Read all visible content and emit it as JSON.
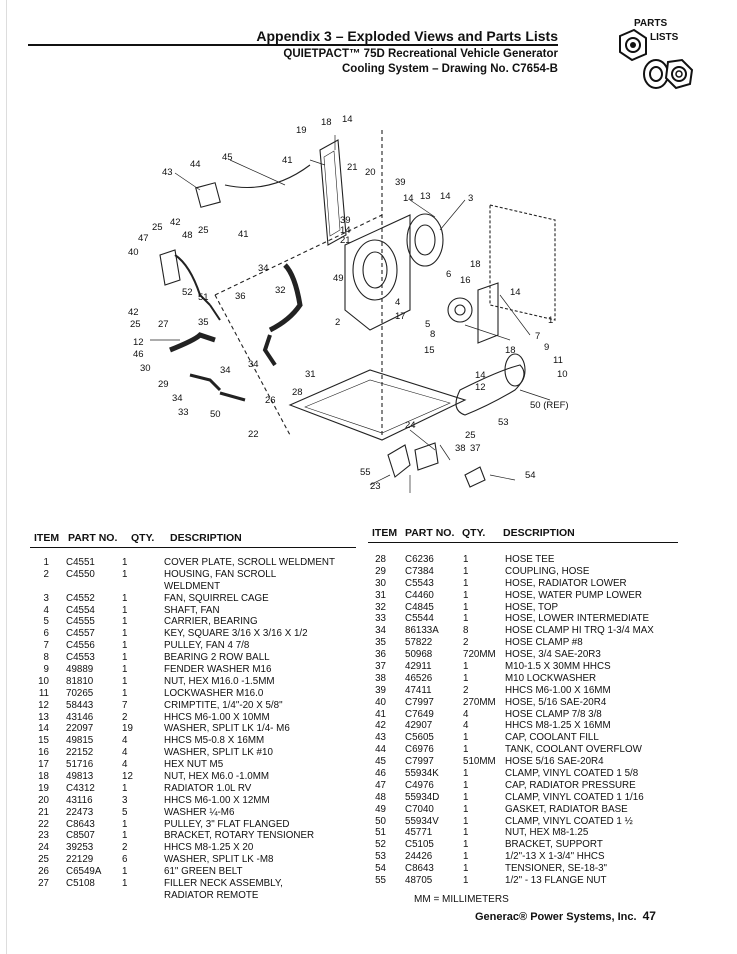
{
  "header": {
    "line1": "Appendix 3 – Exploded Views and Parts Lists",
    "line2": "QUIETPACT™ 75D Recreational Vehicle Generator",
    "line3": "Cooling System – Drawing No. C7654-B"
  },
  "logo": {
    "top": "PARTS",
    "bottom": "LISTS"
  },
  "diagram_callouts": [
    "18",
    "14",
    "19",
    "45",
    "44",
    "43",
    "41",
    "21",
    "20",
    "39",
    "14",
    "13",
    "14",
    "3",
    "25",
    "42",
    "47",
    "48",
    "25",
    "41",
    "39",
    "14",
    "21",
    "40",
    "34",
    "49",
    "52",
    "51",
    "36",
    "32",
    "18",
    "6",
    "16",
    "14",
    "42",
    "25",
    "27",
    "35",
    "2",
    "4",
    "17",
    "5",
    "8",
    "1",
    "12",
    "46",
    "30",
    "15",
    "18",
    "7",
    "9",
    "11",
    "10",
    "34",
    "34",
    "31",
    "14",
    "12",
    "29",
    "34",
    "33",
    "50",
    "26",
    "28",
    "50 (REF)",
    "22",
    "24",
    "53",
    "25",
    "37",
    "38",
    "55",
    "23",
    "54"
  ],
  "columns_left": {
    "item": "ITEM",
    "part": "PART NO.",
    "qty": "QTY.",
    "desc": "DESCRIPTION"
  },
  "columns_right": {
    "item": "ITEM",
    "part": "PART NO.",
    "qty": "QTY.",
    "desc": "DESCRIPTION"
  },
  "parts_left": [
    {
      "item": "1",
      "part": "C4551",
      "qty": "1",
      "desc": "COVER PLATE, SCROLL WELDMENT"
    },
    {
      "item": "2",
      "part": "C4550",
      "qty": "1",
      "desc": "HOUSING, FAN SCROLL"
    },
    {
      "item": "",
      "part": "",
      "qty": "",
      "desc": "WELDMENT"
    },
    {
      "item": "3",
      "part": "C4552",
      "qty": "1",
      "desc": "FAN, SQUIRREL CAGE"
    },
    {
      "item": "4",
      "part": "C4554",
      "qty": "1",
      "desc": "SHAFT, FAN"
    },
    {
      "item": "5",
      "part": "C4555",
      "qty": "1",
      "desc": "CARRIER, BEARING"
    },
    {
      "item": "6",
      "part": "C4557",
      "qty": "1",
      "desc": "KEY, SQUARE 3/16 X 3/16 X 1/2"
    },
    {
      "item": "7",
      "part": "C4556",
      "qty": "1",
      "desc": "PULLEY, FAN 4 7/8"
    },
    {
      "item": "8",
      "part": "C4553",
      "qty": "1",
      "desc": "BEARING 2 ROW BALL"
    },
    {
      "item": "9",
      "part": "49889",
      "qty": "1",
      "desc": "FENDER WASHER M16"
    },
    {
      "item": "10",
      "part": "81810",
      "qty": "1",
      "desc": "NUT, HEX M16.0 -1.5MM"
    },
    {
      "item": "11",
      "part": "70265",
      "qty": "1",
      "desc": "LOCKWASHER M16.0"
    },
    {
      "item": "12",
      "part": "58443",
      "qty": "7",
      "desc": "CRIMPTITE, 1/4\"-20 X 5/8\""
    },
    {
      "item": "13",
      "part": "43146",
      "qty": "2",
      "desc": "HHCS M6-1.00 X 10MM"
    },
    {
      "item": "14",
      "part": "22097",
      "qty": "19",
      "desc": "WASHER, SPLIT LK 1/4- M6"
    },
    {
      "item": "15",
      "part": "49815",
      "qty": "4",
      "desc": "HHCS M5-0.8 X 16MM"
    },
    {
      "item": "16",
      "part": "22152",
      "qty": "4",
      "desc": "WASHER, SPLIT LK #10"
    },
    {
      "item": "17",
      "part": "51716",
      "qty": "4",
      "desc": "HEX NUT M5"
    },
    {
      "item": "18",
      "part": "49813",
      "qty": "12",
      "desc": "NUT, HEX M6.0 -1.0MM"
    },
    {
      "item": "19",
      "part": "C4312",
      "qty": "1",
      "desc": "RADIATOR 1.0L RV"
    },
    {
      "item": "20",
      "part": "43116",
      "qty": "3",
      "desc": "HHCS M6-1.00 X 12MM"
    },
    {
      "item": "21",
      "part": "22473",
      "qty": "5",
      "desc": "WASHER ¼-M6"
    },
    {
      "item": "22",
      "part": "C8643",
      "qty": "1",
      "desc": "PULLEY, 3\" FLAT FLANGED"
    },
    {
      "item": "23",
      "part": "C8507",
      "qty": "1",
      "desc": "BRACKET, ROTARY TENSIONER"
    },
    {
      "item": "24",
      "part": "39253",
      "qty": "2",
      "desc": "HHCS M8-1.25 X 20"
    },
    {
      "item": "25",
      "part": "22129",
      "qty": "6",
      "desc": "WASHER, SPLIT LK -M8"
    },
    {
      "item": "26",
      "part": "C6549A",
      "qty": "1",
      "desc": "61\" GREEN BELT"
    },
    {
      "item": "27",
      "part": "C5108",
      "qty": "1",
      "desc": "FILLER NECK ASSEMBLY,"
    },
    {
      "item": "",
      "part": "",
      "qty": "",
      "desc": "RADIATOR REMOTE"
    }
  ],
  "parts_right": [
    {
      "item": "28",
      "part": "C6236",
      "qty": "1",
      "desc": "HOSE TEE"
    },
    {
      "item": "29",
      "part": "C7384",
      "qty": "1",
      "desc": "COUPLING, HOSE"
    },
    {
      "item": "30",
      "part": "C5543",
      "qty": "1",
      "desc": "HOSE, RADIATOR LOWER"
    },
    {
      "item": "31",
      "part": "C4460",
      "qty": "1",
      "desc": "HOSE, WATER PUMP LOWER"
    },
    {
      "item": "32",
      "part": "C4845",
      "qty": "1",
      "desc": "HOSE, TOP"
    },
    {
      "item": "33",
      "part": "C5544",
      "qty": "1",
      "desc": "HOSE, LOWER INTERMEDIATE"
    },
    {
      "item": "34",
      "part": "86133A",
      "qty": "8",
      "desc": "HOSE CLAMP HI TRQ 1-3/4 MAX"
    },
    {
      "item": "35",
      "part": "57822",
      "qty": "2",
      "desc": "HOSE CLAMP #8"
    },
    {
      "item": "36",
      "part": "50968",
      "qty": "720MM",
      "desc": "HOSE, 3/4 SAE-20R3"
    },
    {
      "item": "37",
      "part": "42911",
      "qty": "1",
      "desc": "M10-1.5 X 30MM HHCS"
    },
    {
      "item": "38",
      "part": "46526",
      "qty": "1",
      "desc": "M10 LOCKWASHER"
    },
    {
      "item": "39",
      "part": "47411",
      "qty": "2",
      "desc": "HHCS M6-1.00 X 16MM"
    },
    {
      "item": "40",
      "part": "C7997",
      "qty": "270MM",
      "desc": "HOSE, 5/16 SAE-20R4"
    },
    {
      "item": "41",
      "part": "C7649",
      "qty": "4",
      "desc": "HOSE CLAMP 7/8 3/8"
    },
    {
      "item": "42",
      "part": "42907",
      "qty": "4",
      "desc": "HHCS M8-1.25 X 16MM"
    },
    {
      "item": "43",
      "part": "C5605",
      "qty": "1",
      "desc": "CAP, COOLANT FILL"
    },
    {
      "item": "44",
      "part": "C6976",
      "qty": "1",
      "desc": "TANK, COOLANT OVERFLOW"
    },
    {
      "item": "45",
      "part": "C7997",
      "qty": "510MM",
      "desc": "HOSE 5/16 SAE-20R4"
    },
    {
      "item": "46",
      "part": "55934K",
      "qty": "1",
      "desc": "CLAMP, VINYL COATED 1 5/8"
    },
    {
      "item": "47",
      "part": "C4976",
      "qty": "1",
      "desc": "CAP, RADIATOR PRESSURE"
    },
    {
      "item": "48",
      "part": "55934D",
      "qty": "1",
      "desc": "CLAMP, VINYL COATED 1 1/16"
    },
    {
      "item": "49",
      "part": "C7040",
      "qty": "1",
      "desc": "GASKET, RADIATOR BASE"
    },
    {
      "item": "50",
      "part": "55934V",
      "qty": "1",
      "desc": "CLAMP, VINYL COATED 1 ½"
    },
    {
      "item": "51",
      "part": "45771",
      "qty": "1",
      "desc": "NUT, HEX M8-1.25"
    },
    {
      "item": "52",
      "part": "C5105",
      "qty": "1",
      "desc": "BRACKET, SUPPORT"
    },
    {
      "item": "53",
      "part": "24426",
      "qty": "1",
      "desc": "1/2\"-13 X 1-3/4\" HHCS"
    },
    {
      "item": "54",
      "part": "C8643",
      "qty": "1",
      "desc": "TENSIONER, SE-18-3\""
    },
    {
      "item": "55",
      "part": "48705",
      "qty": "1",
      "desc": "1/2\" - 13 FLANGE NUT"
    }
  ],
  "note": "MM = MILLIMETERS",
  "footer": {
    "company": "Generac® Power Systems, Inc.",
    "page": "47"
  }
}
